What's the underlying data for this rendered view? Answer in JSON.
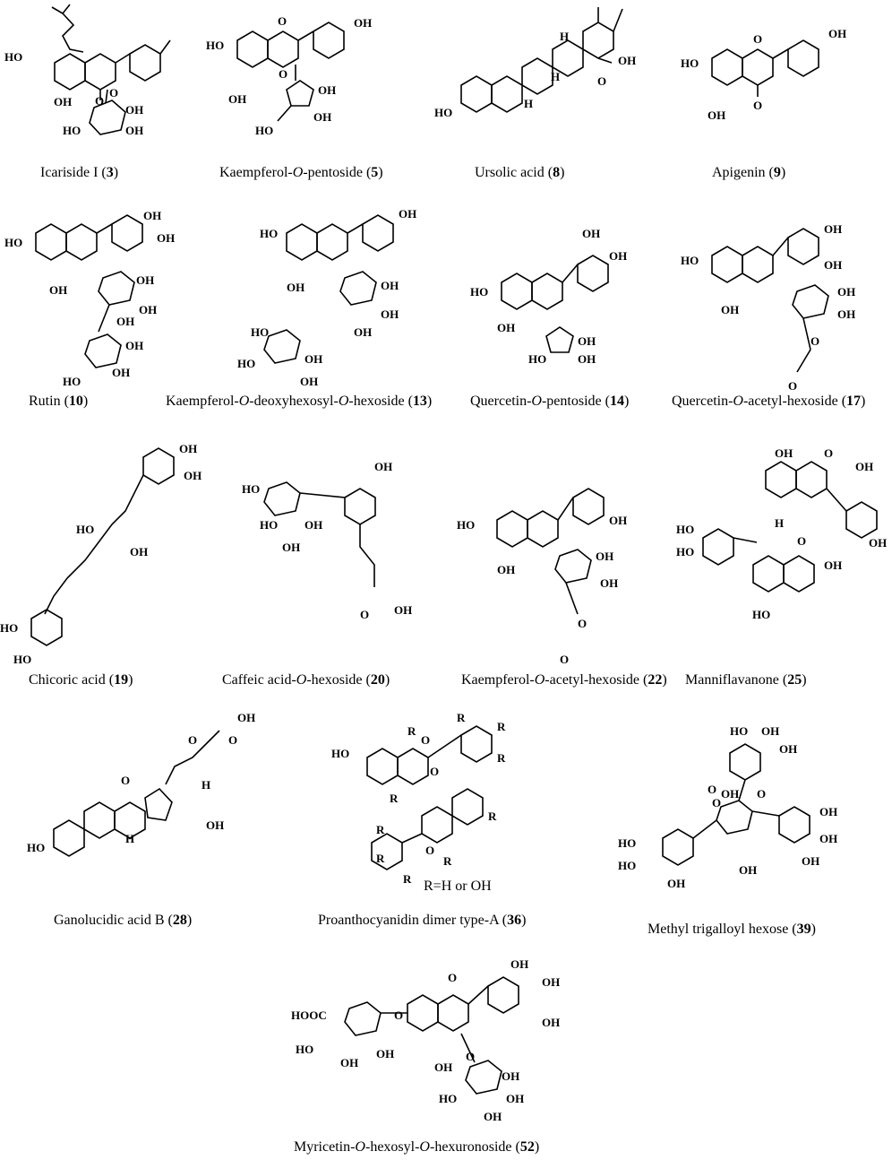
{
  "compounds": [
    {
      "id": "c3",
      "name": "Icariside I (",
      "num": "3",
      "tail": ")"
    },
    {
      "id": "c5",
      "name_a": "Kaempferol-",
      "o1": "O",
      "name_b": "-pentoside (",
      "num": "5",
      "tail": ")"
    },
    {
      "id": "c8",
      "name": "Ursolic acid (",
      "num": "8",
      "tail": ")"
    },
    {
      "id": "c9",
      "name": "Apigenin (",
      "num": "9",
      "tail": ")"
    },
    {
      "id": "c10",
      "name": "Rutin (",
      "num": "10",
      "tail": ")"
    },
    {
      "id": "c13",
      "name_a": "Kaempferol-",
      "o1": "O",
      "name_b": "-deoxyhexosyl-",
      "o2": "O",
      "name_c": "-hexoside (",
      "num": "13",
      "tail": ")"
    },
    {
      "id": "c14",
      "name_a": "Quercetin-",
      "o1": "O",
      "name_b": "-pentoside (",
      "num": "14",
      "tail": ")"
    },
    {
      "id": "c17",
      "name_a": "Quercetin-",
      "o1": "O",
      "name_b": "-acetyl-hexoside (",
      "num": "17",
      "tail": ")"
    },
    {
      "id": "c19",
      "name": "Chicoric acid (",
      "num": "19",
      "tail": ")"
    },
    {
      "id": "c20",
      "name_a": "Caffeic acid-",
      "o1": "O",
      "name_b": "-hexoside (",
      "num": "20",
      "tail": ")"
    },
    {
      "id": "c22",
      "name_a": "Kaempferol-",
      "o1": "O",
      "name_b": "-acetyl-hexoside (",
      "num": "22",
      "tail": ")"
    },
    {
      "id": "c25",
      "name": "Manniflavanone (",
      "num": "25",
      "tail": ")"
    },
    {
      "id": "c28",
      "name": "Ganolucidic acid B (",
      "num": "28",
      "tail": ")"
    },
    {
      "id": "c36",
      "name": "Proanthocyanidin dimer type-A (",
      "num": "36",
      "tail": ")",
      "note": "R=H or OH"
    },
    {
      "id": "c39",
      "name": "Methyl trigalloyl hexose (",
      "num": "39",
      "tail": ")"
    },
    {
      "id": "c52",
      "name_a": "Myricetin-",
      "o1": "O",
      "name_b": "-hexosyl-",
      "o2": "O",
      "name_c": "-hexuronoside (",
      "num": "52",
      "tail": ")"
    }
  ],
  "atoms": {
    "OH": "OH",
    "HO": "HO",
    "O": "O",
    "H": "H",
    "R": "R",
    "HOOC": "HOOC"
  }
}
